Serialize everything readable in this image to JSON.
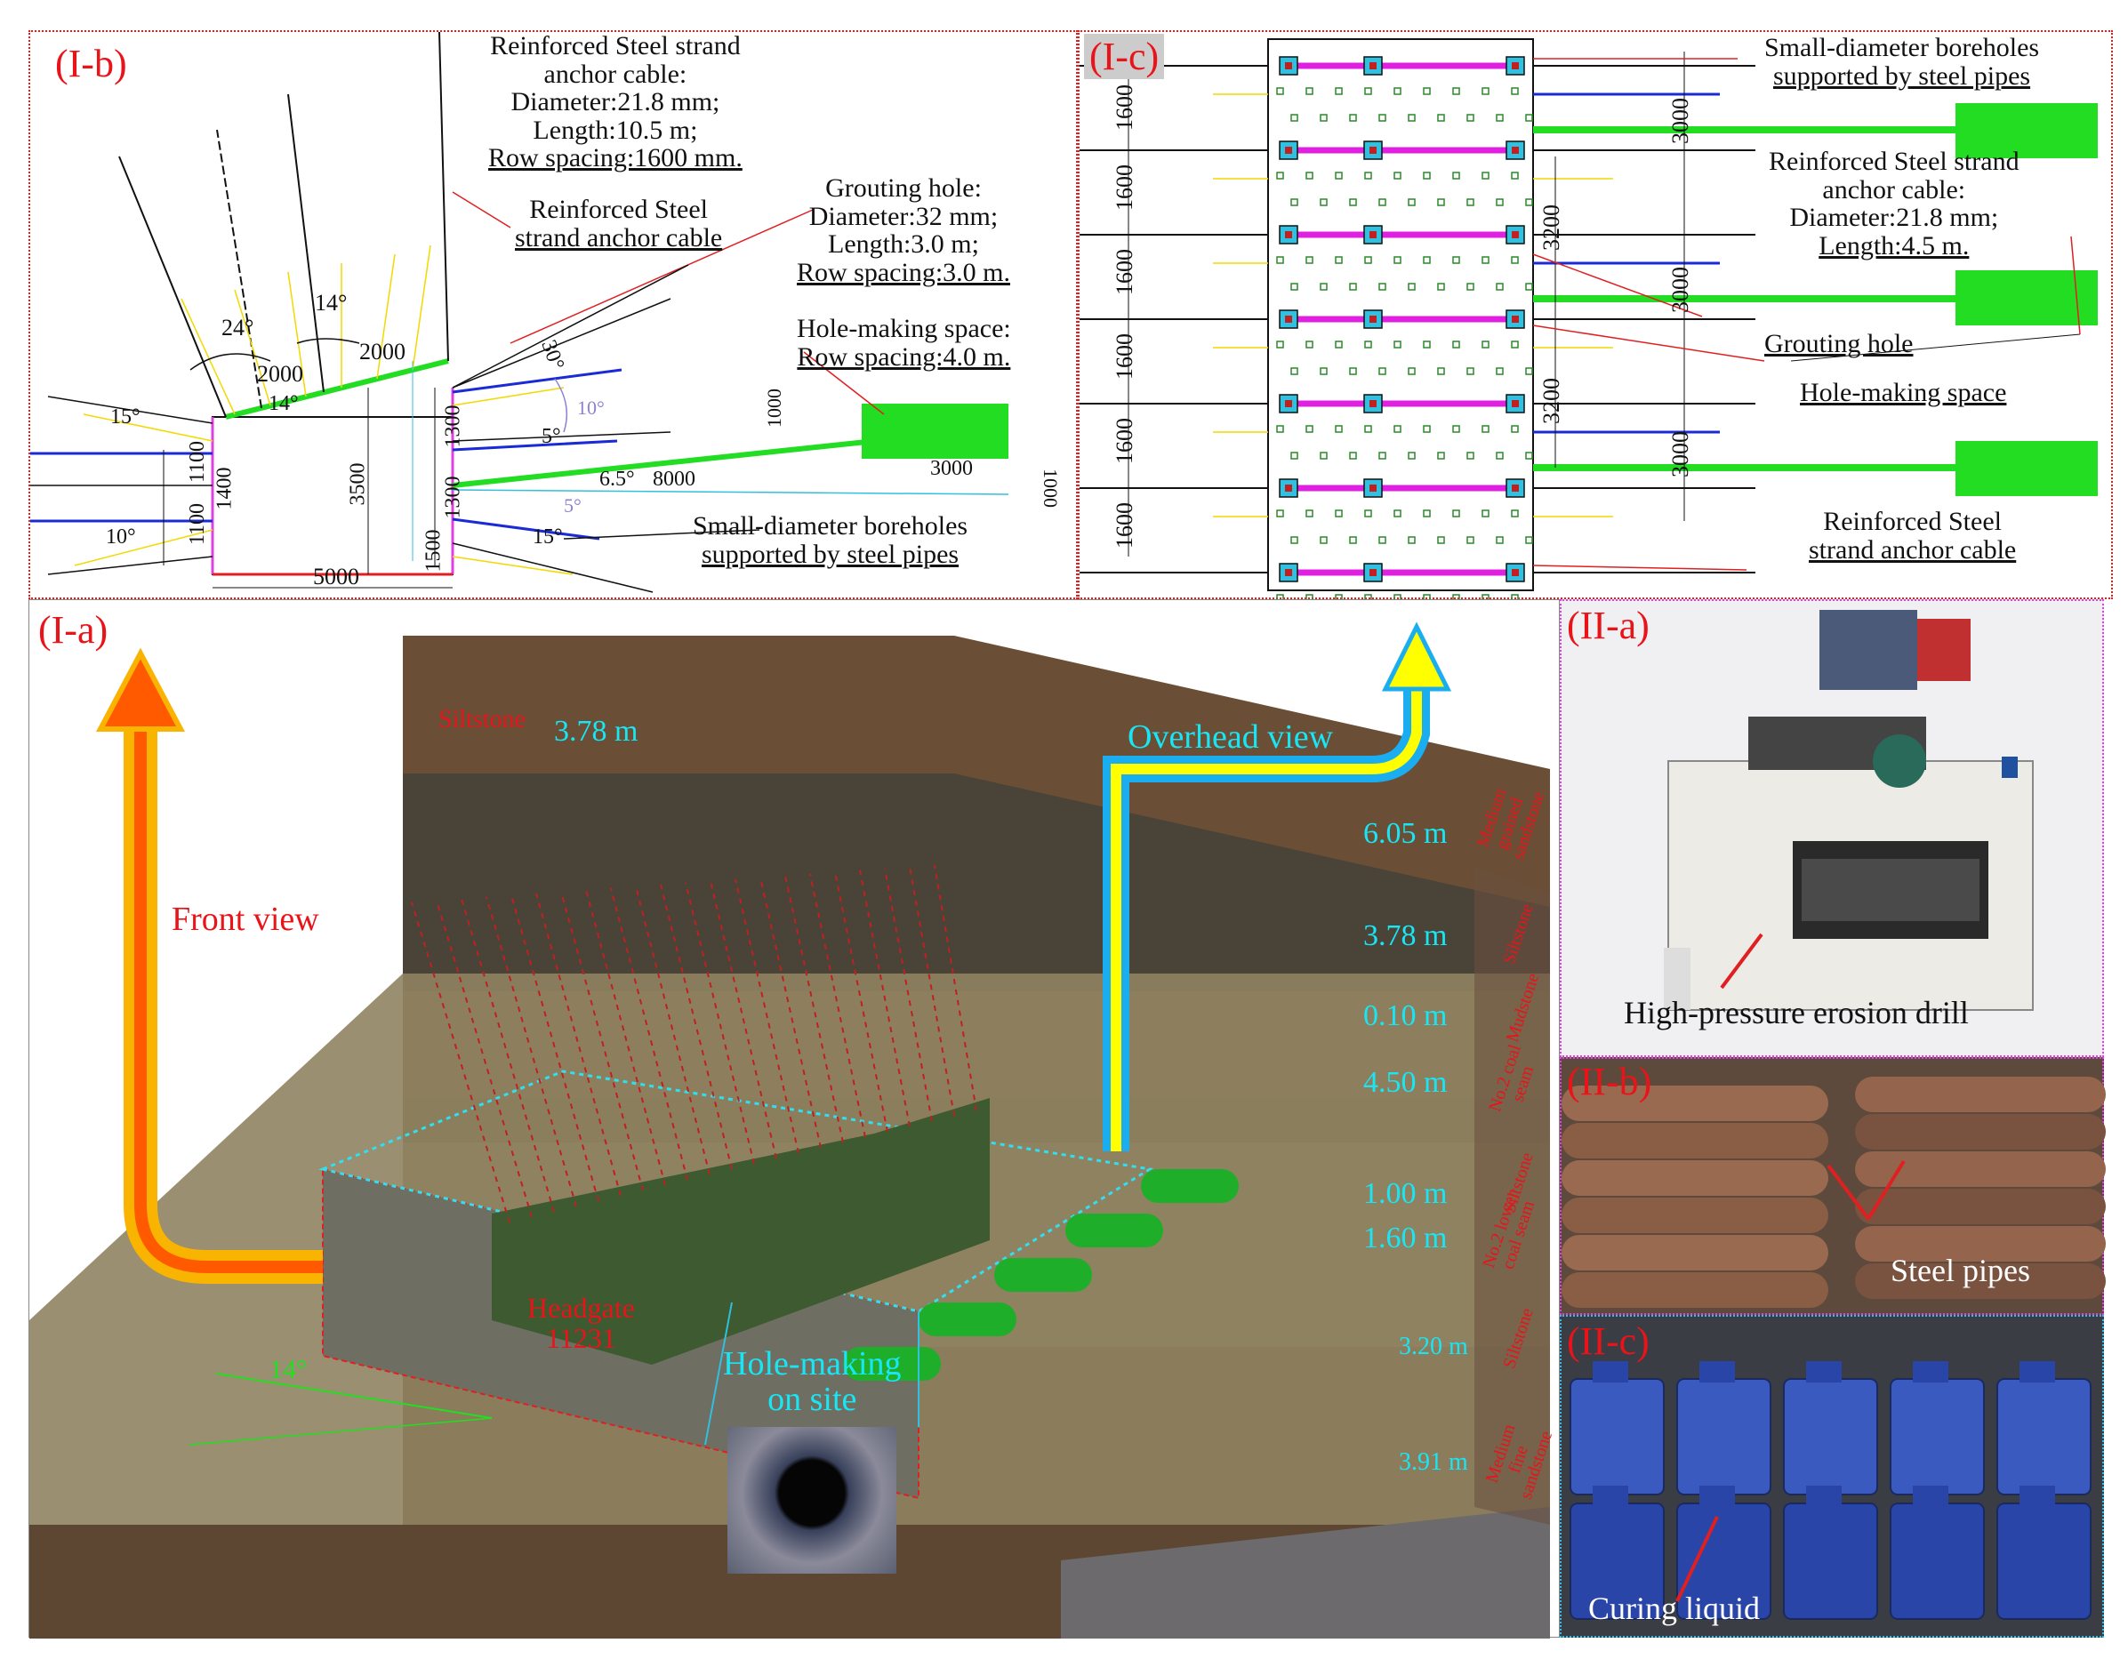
{
  "panels": {
    "ib": {
      "tag": "(I-b)",
      "anchor_cable_long": [
        "Reinforced Steel strand",
        "anchor cable:",
        "Diameter:21.8 mm;",
        "Length:10.5 m;",
        "Row spacing:1600 mm."
      ],
      "anchor_cable": [
        "Reinforced Steel",
        "strand anchor cable"
      ],
      "grouting_hole": [
        "Grouting hole:",
        "Diameter:32 mm;",
        "Length:3.0 m;",
        "Row spacing:3.0 m."
      ],
      "hole_space": [
        "Hole-making space:",
        "Row spacing:4.0 m."
      ],
      "boreholes": [
        "Small-diameter boreholes",
        "supported by steel pipes"
      ],
      "dims": [
        "24°",
        "14°",
        "2000",
        "2000",
        "14°",
        "15°",
        "1100",
        "1100",
        "1400",
        "10°",
        "3500",
        "5000",
        "1300",
        "1300",
        "1500",
        "30°",
        "10°",
        "5°",
        "6.5°",
        "5°",
        "15°",
        "8000",
        "1000",
        "3000",
        "1000"
      ]
    },
    "ic": {
      "tag": "(I-c)",
      "boreholes": [
        "Small-diameter boreholes",
        "supported by steel pipes"
      ],
      "anchor_cable": [
        "Reinforced Steel strand",
        "anchor cable:",
        "Diameter:21.8 mm;",
        "Length:4.5 m."
      ],
      "grouting_hole": "Grouting hole",
      "hole_space": "Hole-making space",
      "anchor_cable_2": [
        "Reinforced Steel",
        "strand anchor cable"
      ],
      "dims_left": [
        "1600",
        "1600",
        "1600",
        "1600",
        "1600",
        "1600"
      ],
      "dims_right": [
        "3000",
        "3200",
        "3000",
        "3200",
        "3000"
      ]
    },
    "ia": {
      "tag": "(I-a)",
      "front_view": "Front view",
      "overhead_view": "Overhead view",
      "siltstone_top": "Siltstone",
      "siltstone_top_thk": "3.78 m",
      "strata": [
        {
          "thk": "6.05 m",
          "name": "Medium grained sandstone"
        },
        {
          "thk": "3.78 m",
          "name": "Siltstone"
        },
        {
          "thk": "0.10 m",
          "name": "Mudstone"
        },
        {
          "thk": "4.50 m",
          "name": "No.2 coal seam"
        },
        {
          "thk": "1.00 m",
          "name": "Siltstone"
        },
        {
          "thk": "1.60 m",
          "name": "No.2 lower coal seam"
        },
        {
          "thk": "3.20 m",
          "name": "Siltstone"
        },
        {
          "thk": "3.91 m",
          "name": "Medium fine sandstone"
        }
      ],
      "headgate": [
        "Headgate",
        "11231"
      ],
      "hole_on_site": [
        "Hole-making",
        "on site"
      ],
      "angle": "14°"
    },
    "iia": {
      "tag": "(II-a)",
      "label": "High-pressure erosion drill"
    },
    "iib": {
      "tag": "(II-b)",
      "label": "Steel pipes"
    },
    "iic": {
      "tag": "(II-c)",
      "label": "Curing liquid"
    }
  },
  "colors": {
    "tag": "#e8141a",
    "cyan_text": "#19e6f5",
    "green": "#22dd22",
    "magenta": "#e020e0",
    "border_red": "#e02020",
    "border_magenta": "#e040e0",
    "border_cyan": "#30c0e0"
  }
}
